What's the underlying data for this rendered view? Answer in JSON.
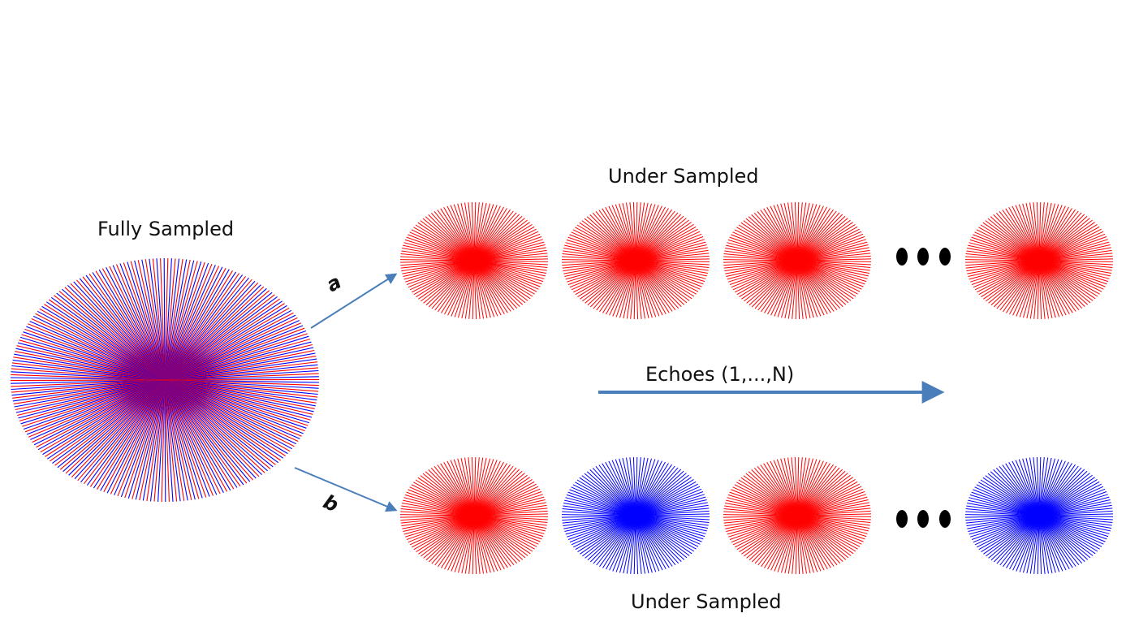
{
  "labels": {
    "fully_sampled": "Fully Sampled",
    "under_sampled_top": "Under Sampled",
    "under_sampled_bottom": "Under Sampled",
    "echoes": "Echoes (1,...,N)",
    "branch_a": "a",
    "branch_b": "b"
  },
  "colors": {
    "red": "#ff0000",
    "blue": "#0000ff",
    "arrow": "#4a7ebb",
    "ellipsis": "#000000"
  },
  "rows": {
    "a": [
      "red",
      "red",
      "red",
      "red"
    ],
    "b": [
      "red",
      "blue",
      "red",
      "blue"
    ]
  }
}
